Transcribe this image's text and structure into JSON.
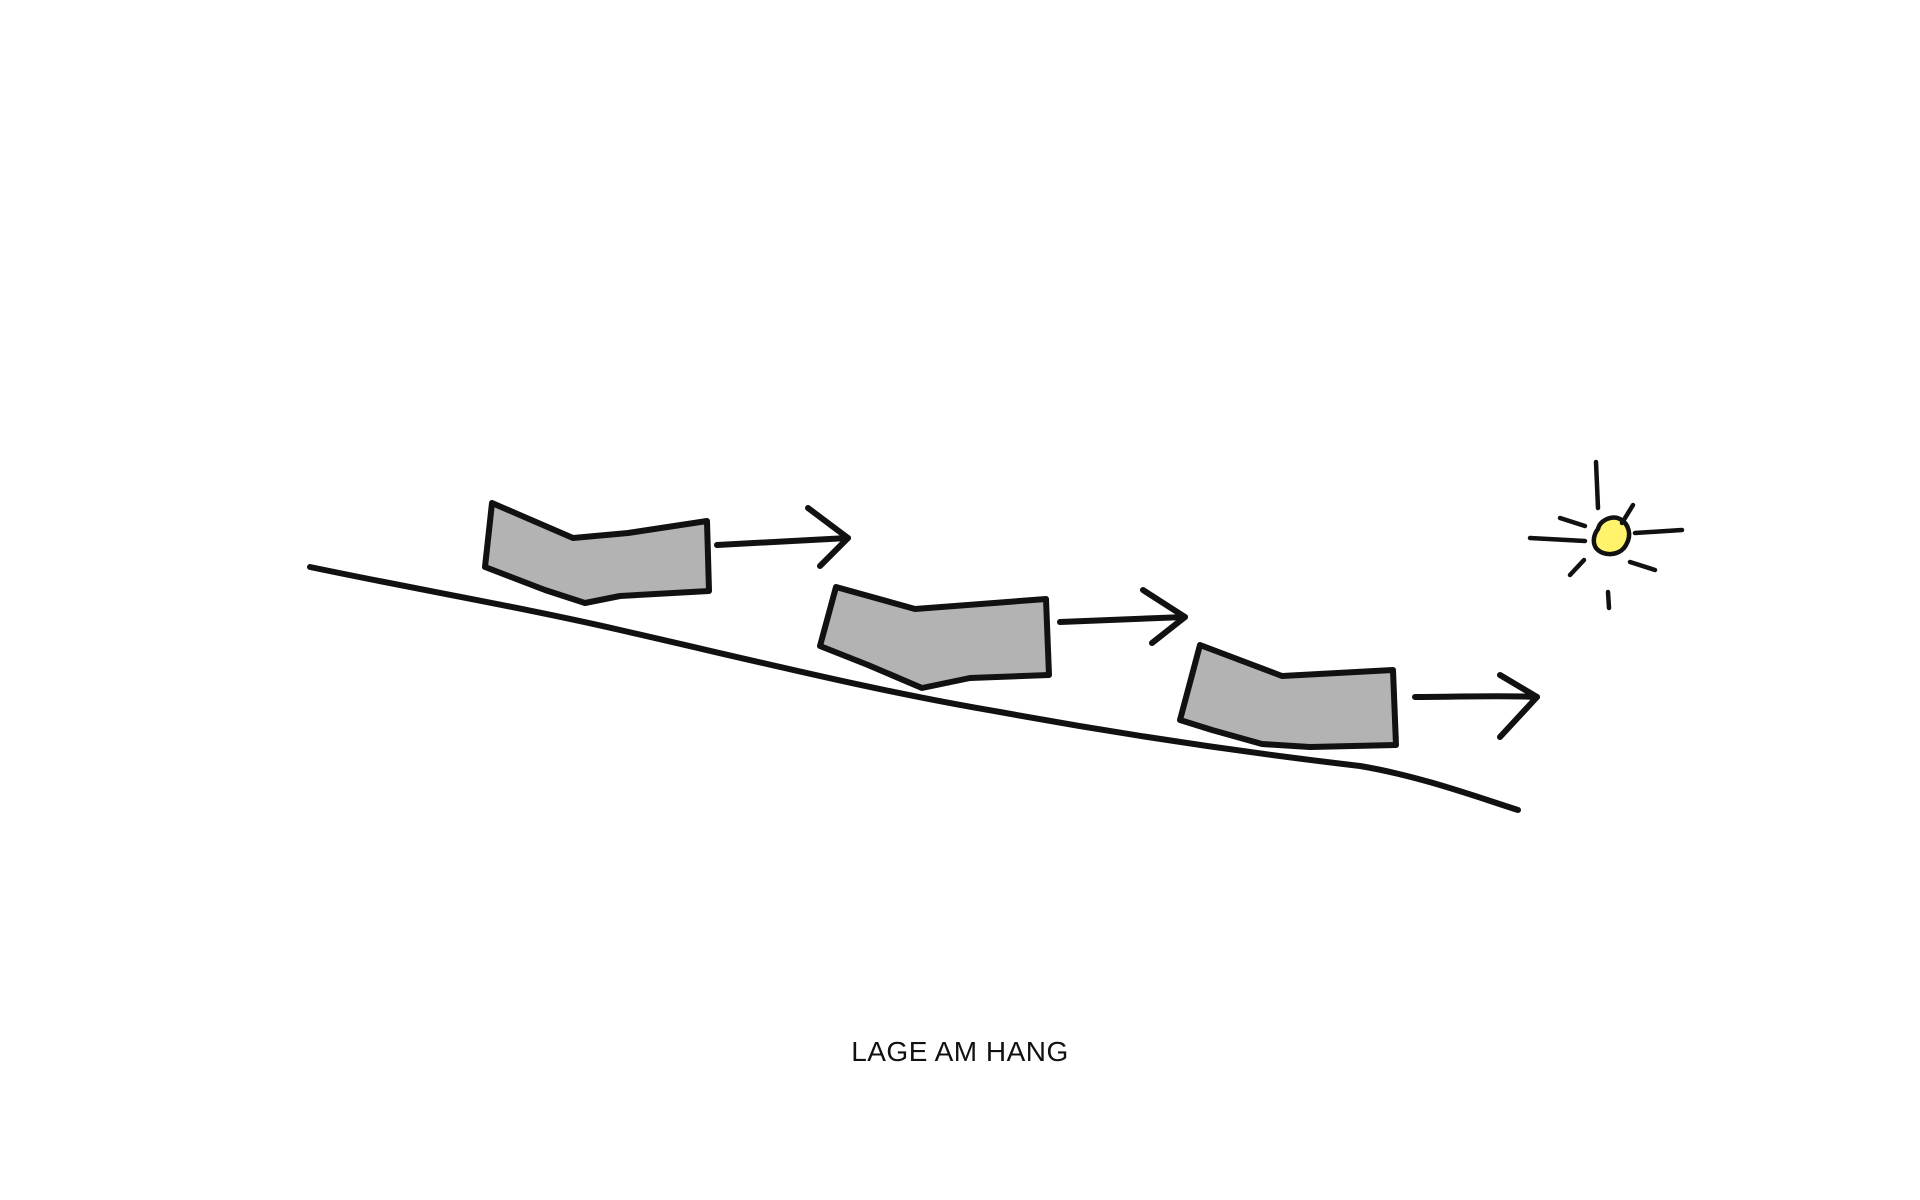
{
  "caption": "LAGE AM HANG",
  "colors": {
    "background": "#ffffff",
    "ink": "#111111",
    "building_fill": "#b3b3b3",
    "sun_fill": "#fff36b"
  },
  "elements": {
    "buildings": 3,
    "arrows": 3,
    "sun": "sun-icon",
    "slope": "slope-line"
  }
}
